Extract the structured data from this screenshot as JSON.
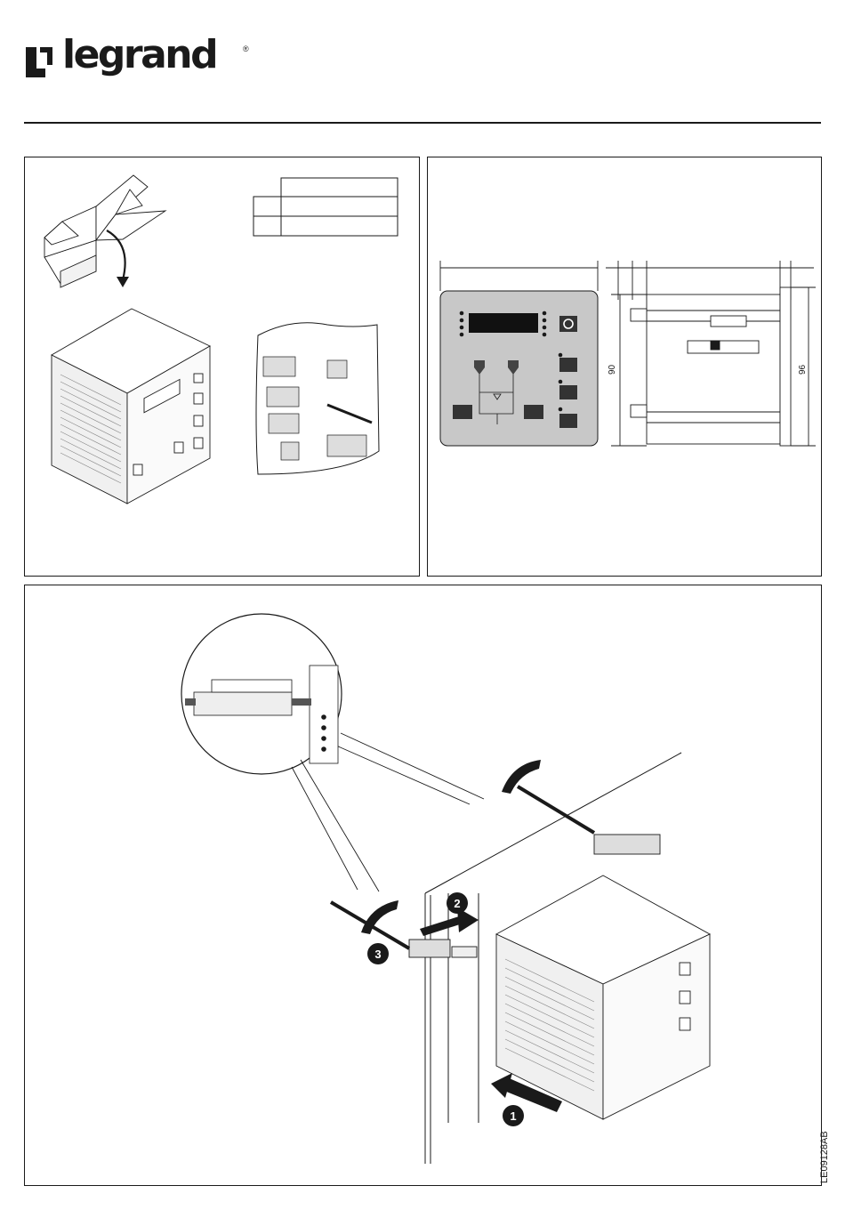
{
  "brand": {
    "name": "legrand",
    "registered_mark": "®"
  },
  "dimensions": {
    "panel_height": "90",
    "overall_height": "96"
  },
  "mounting_steps": [
    "1",
    "2",
    "3"
  ],
  "document_reference": "LE09128AB",
  "colors": {
    "ink": "#1a1a1a",
    "panel_gray": "#c8c8c8",
    "display": "#111111"
  },
  "icons": [
    "open-box-icon",
    "refresh-icon",
    "arrow-icon"
  ]
}
